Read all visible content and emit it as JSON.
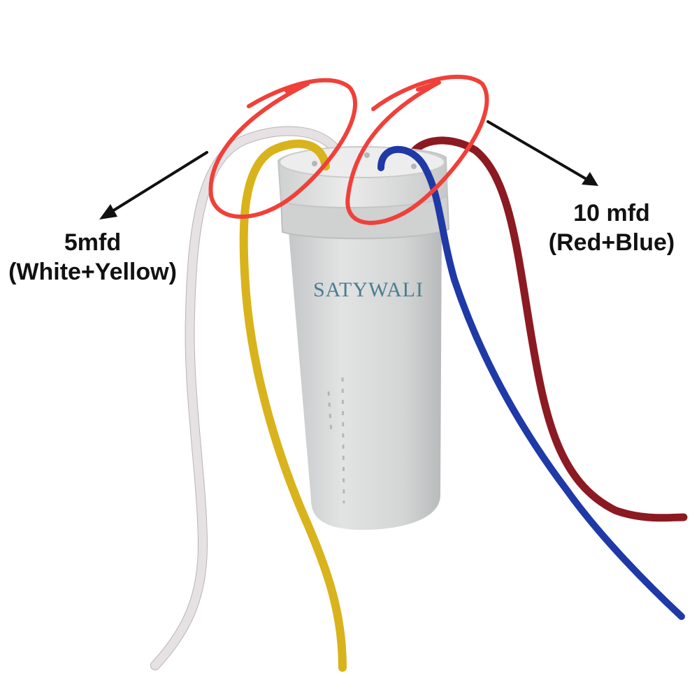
{
  "image": {
    "subject": "capacitor with four wires",
    "brand_text": "SATYWALI"
  },
  "annotations": {
    "left": {
      "value": "5mfd",
      "wires": "(White+Yellow)"
    },
    "right": {
      "value": "10 mfd",
      "wires": "(Red+Blue)"
    }
  },
  "colors": {
    "highlight_circle": "#f0403a",
    "arrow": "#111111",
    "wire_white": "#e6e1e3",
    "wire_yellow": "#d8b31c",
    "wire_blue": "#1f39a6",
    "wire_red": "#8c1a22",
    "capacitor_body": "#d7d8d8",
    "brand_text": "#4b7d8e"
  }
}
